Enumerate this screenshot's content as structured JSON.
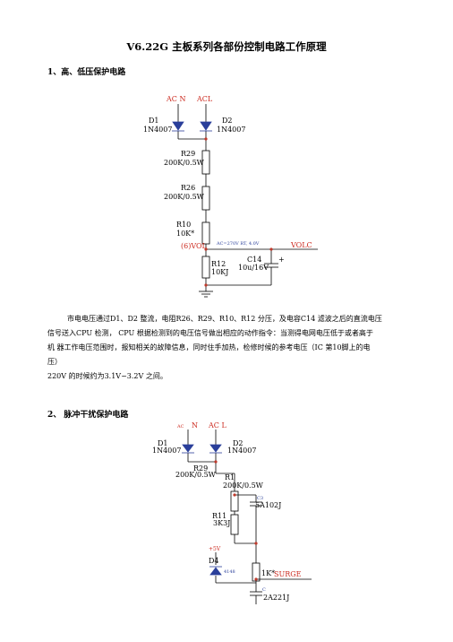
{
  "doc": {
    "title": "V6.22G 主板系列各部份控制电路工作原理",
    "section1": "1、高、低压保护电路",
    "section2": "2、 脉冲干扰保护电路",
    "para1": [
      "市电电压通过D1、D2  整流，电阻R26、R29、R10、R12   分压，及电容C14  滤波之后的直流电压",
      "信号送入CPU  检测，  CPU  根据检测到的电压信号做出相应的动作指令：当测得电网电压低于或者高于",
      "机  器工作电压范围时，报知相关的故障信息，同时住手加热，检修时候的参考电压（IC  第10脚上的电",
      "压）",
      "220V  的时候约为3.1V~3.2V  之间。"
    ]
  },
  "circuit1": {
    "acn": "AC N",
    "acl": "ACL",
    "d1": "D1",
    "d1_part": "1N4007",
    "d2": "D2",
    "d2_part": "1N4007",
    "r29": "R29",
    "r29_val": "200K/0.5W",
    "r26": "R26",
    "r26_val": "200K/0.5W",
    "r10": "R10",
    "r10_val": "10K*",
    "vol": "(6)VOL",
    "note": "AC=270V     RT, 4.0V",
    "volc": "VOLC",
    "r12": "R12",
    "r12_val": "10KJ",
    "c14": "C14",
    "c14_val": "10u/16V",
    "plus": "+"
  },
  "circuit2": {
    "ac": "AC",
    "n": "N",
    "acl": "AC L",
    "d1": "D1",
    "d1_part": "1N4007",
    "d2": "D2",
    "d2_part": "1N4007",
    "r29": "R29",
    "r29_val": "200K/0.5W",
    "r1": "R1",
    "r1_val": "200K/0.5W",
    "c": "C3",
    "c_val": "5A102J",
    "r11": "R11",
    "r11_val": "3K3J",
    "v5": "+5V",
    "d4": "D4",
    "d4_part": "4148",
    "rk": "1K*",
    "surge": "SURGE",
    "c2": "C",
    "c2_val": "2A221J"
  },
  "colors": {
    "wire": "#000000",
    "label_red": "#cc2a1f",
    "part_blue": "#2a3f9a",
    "node": "#c0392b"
  }
}
